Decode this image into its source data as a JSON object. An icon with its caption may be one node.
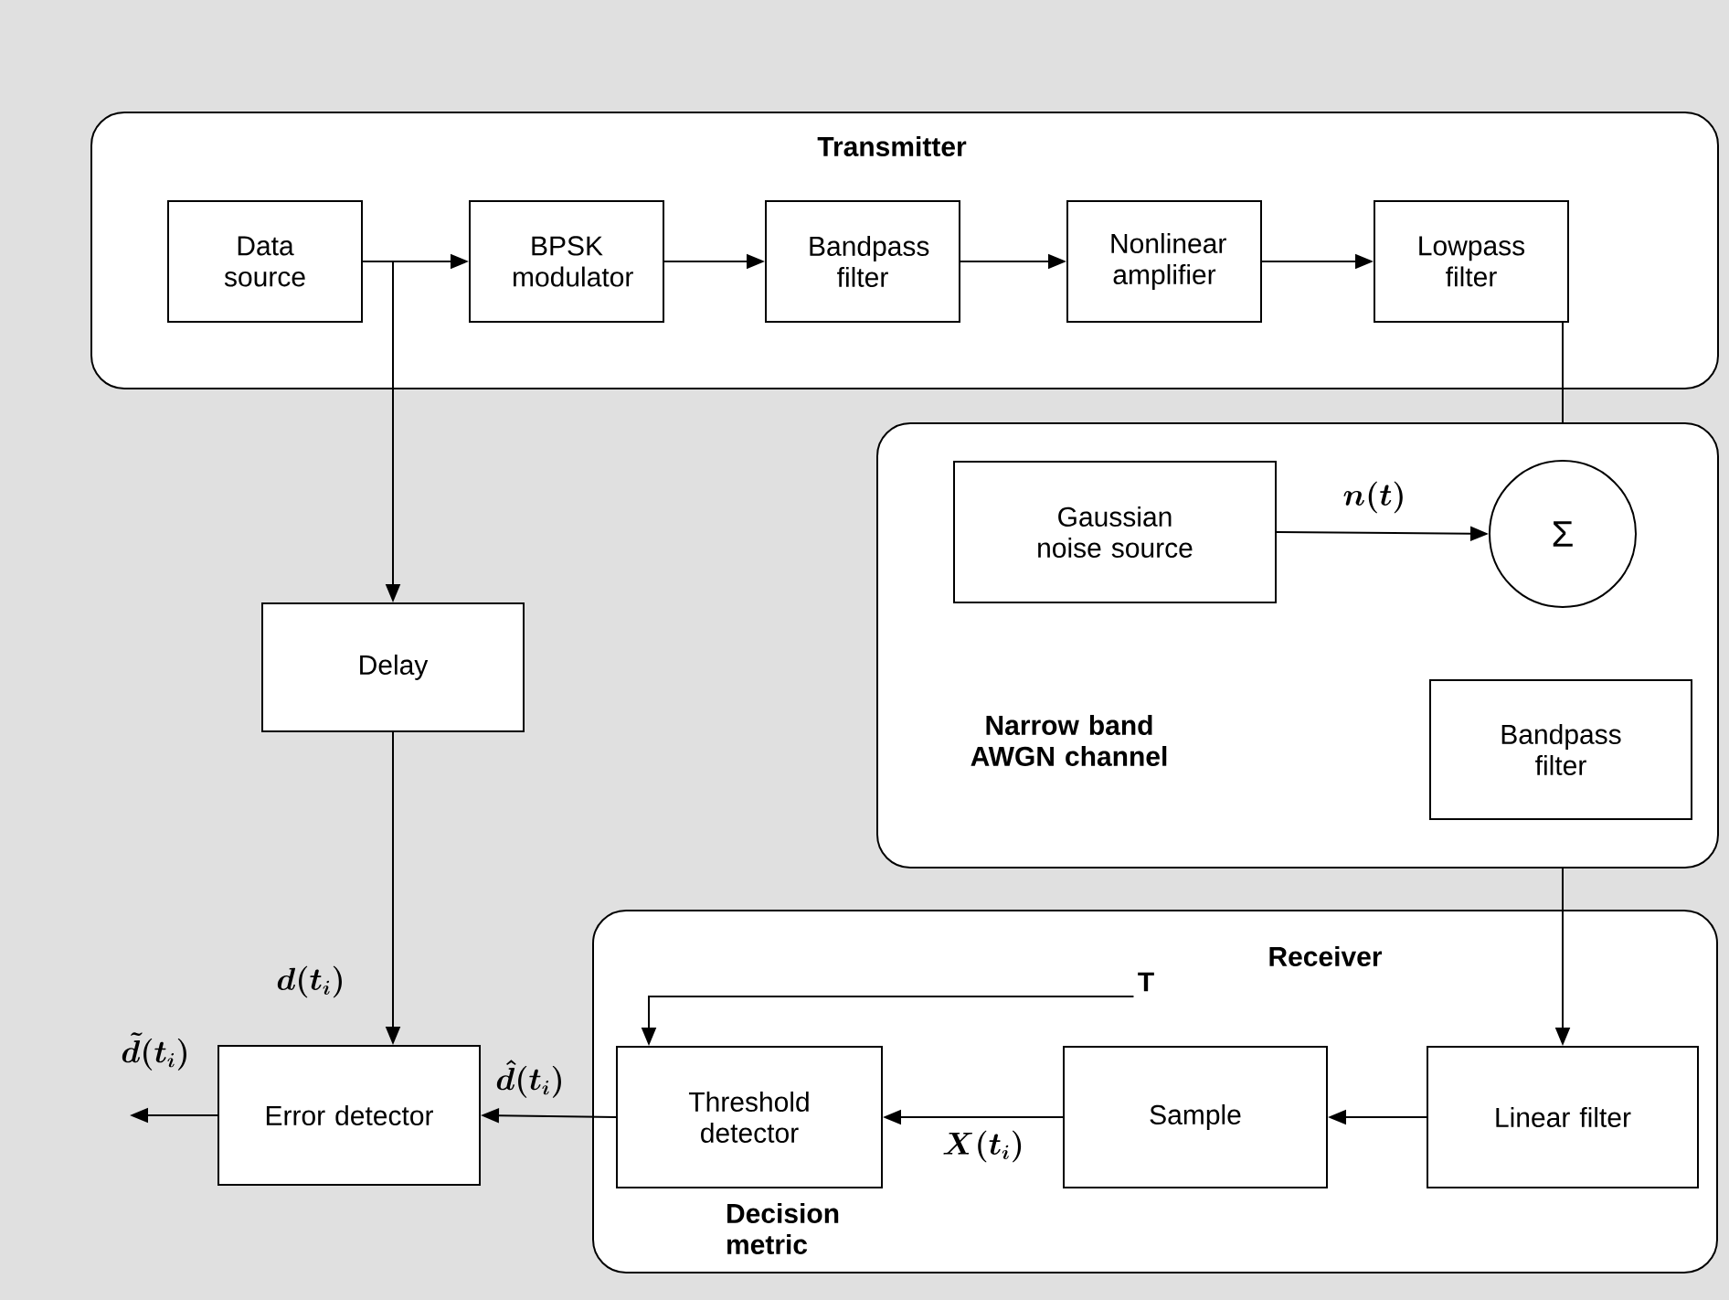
{
  "diagram": {
    "nodes": [
      {
        "text": [
          "Transmitter"
        ]
      },
      {
        "text": [
          "Data source"
        ],
        "in": 0
      },
      {
        "text": [
          "BPSK modulator"
        ],
        "in": 0
      },
      {
        "text": [
          "Bandpass filter"
        ],
        "in": 0
      },
      {
        "text": [
          "Nonlinear amplifier"
        ],
        "in": 0
      },
      {
        "text": [
          "Lowpass filter"
        ],
        "in": 0
      },
      {
        "text": [
          "Narrow band AWGN channel"
        ]
      },
      {
        "text": [
          "Gaussian noise source"
        ],
        "in": 6
      },
      {
        "text": [
          "Σ"
        ],
        "in": 6
      },
      {
        "text": [
          "Bandpass filter"
        ],
        "in": 6
      },
      {
        "text": [
          "Delay"
        ]
      },
      {
        "text": [
          "Receiver"
        ]
      },
      {
        "text": [
          "Threshold detector"
        ],
        "in": 11
      },
      {
        "text": [
          "Sample"
        ],
        "in": 11
      },
      {
        "text": [
          "Linear filter"
        ],
        "in": 11
      },
      {
        "text": [
          "T"
        ],
        "in": 11
      },
      {
        "text": [
          "Error detector"
        ]
      }
    ],
    "edges": [
      {
        "from": 1,
        "to": 2,
        "arrow": "to"
      },
      {
        "from": 2,
        "to": 3,
        "arrow": "to"
      },
      {
        "from": 3,
        "to": 4,
        "arrow": "to"
      },
      {
        "from": 4,
        "to": 5,
        "arrow": "to"
      },
      {
        "from": 5,
        "to": 6,
        "arrow": "none"
      },
      {
        "from": 7,
        "to": 8,
        "arrow": "to",
        "label": "n(t)"
      },
      {
        "from": 1,
        "to": 10,
        "arrow": "to"
      },
      {
        "from": 10,
        "to": 16,
        "arrow": "to",
        "label": "d(t_i)"
      },
      {
        "from": 6,
        "to": 14,
        "arrow": "to"
      },
      {
        "from": 14,
        "to": 13,
        "arrow": "to"
      },
      {
        "from": 13,
        "to": 12,
        "arrow": "to",
        "label": "X(t_i)"
      },
      {
        "from": 15,
        "to": 12,
        "arrow": "to"
      },
      {
        "from": 12,
        "to": 16,
        "arrow": "to",
        "label": "\\hat{d}(t_i)"
      },
      {
        "from": 16,
        "to": null,
        "arrow": "to",
        "label": "\\tilde{d}(t_i)"
      }
    ],
    "labels": [
      "Decision metric"
    ]
  }
}
